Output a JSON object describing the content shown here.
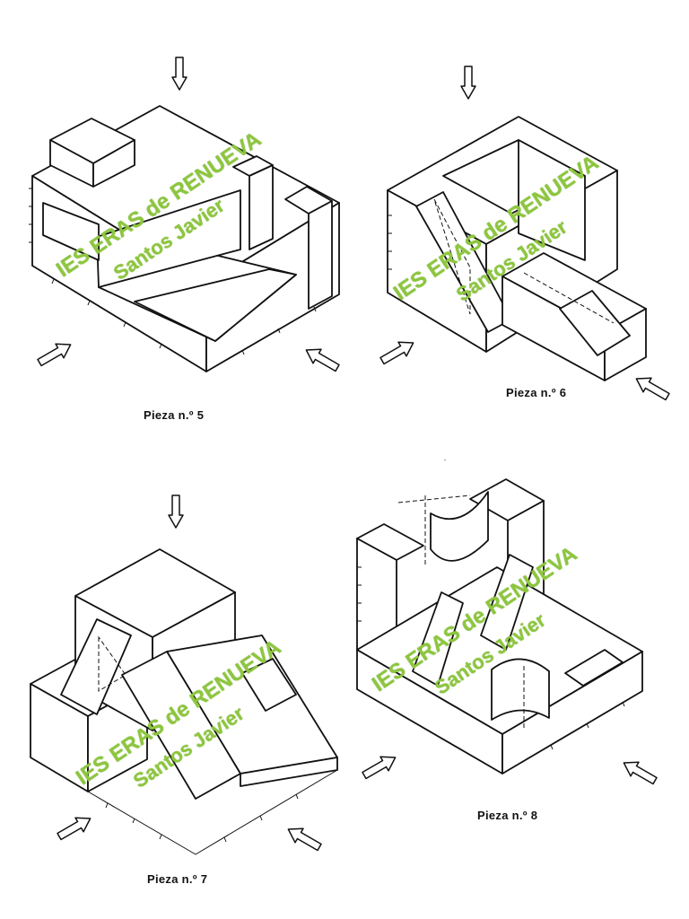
{
  "pieces": [
    {
      "id": "p5",
      "label": "Pieza n.º 5"
    },
    {
      "id": "p6",
      "label": "Pieza n.º 6"
    },
    {
      "id": "p7",
      "label": "Pieza n.º 7"
    },
    {
      "id": "p8",
      "label": "Pieza n.º 8"
    }
  ],
  "watermark": {
    "line1": "IES ERAS de RENUEVA",
    "line2": "Santos Javier",
    "color": "#8dc63f"
  },
  "icons": {
    "view_arrow": "outline-arrow-icon"
  }
}
